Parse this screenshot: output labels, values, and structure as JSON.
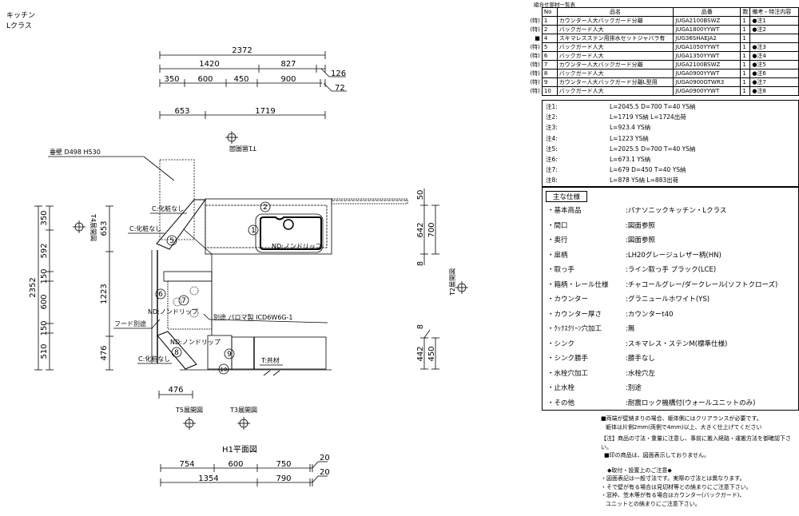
{
  "header": {
    "line1": "キッチン",
    "line2": "Lクラス"
  },
  "parts_table": {
    "caption": "組合せ部材一覧表",
    "columns": [
      "No",
      "品名",
      "品番",
      "数",
      "備考・特注内容"
    ],
    "rows": [
      {
        "prefix": "(特)",
        "no": "1",
        "name": "カウンター人大バックガード分離",
        "code": "JUGA2100BSWZ",
        "qty": "1",
        "note": "●注1"
      },
      {
        "prefix": "(特)",
        "no": "2",
        "name": "バックガード人大",
        "code": "JUGA1800YYWT",
        "qty": "1",
        "note": "●注2"
      },
      {
        "prefix": "■",
        "no": "4",
        "name": "スキマレスステン用排水セットジャバラ有",
        "code": "JUG36SHAEJA2",
        "qty": "1",
        "note": ""
      },
      {
        "prefix": "(特)",
        "no": "5",
        "name": "バックガード人大",
        "code": "JUGA1050YYWT",
        "qty": "1",
        "note": "●注3"
      },
      {
        "prefix": "(特)",
        "no": "6",
        "name": "バックガード人大",
        "code": "JUGA1350YYWT",
        "qty": "1",
        "note": "●注4"
      },
      {
        "prefix": "(特)",
        "no": "7",
        "name": "カウンター人大バックガード分離",
        "code": "JUGA2100BSWZ",
        "qty": "1",
        "note": "●注5"
      },
      {
        "prefix": "(特)",
        "no": "8",
        "name": "バックガード人大",
        "code": "JUGA0900YYWT",
        "qty": "1",
        "note": "●注6"
      },
      {
        "prefix": "(特)",
        "no": "9",
        "name": "カウンター人大バックガード分離L型用",
        "code": "JUGA0900GTWR3",
        "qty": "1",
        "note": "●注7"
      },
      {
        "prefix": "(特)",
        "no": "10",
        "name": "バックガード人大",
        "code": "JUGA0900YYWT",
        "qty": "1",
        "note": "●注8"
      }
    ]
  },
  "notes": [
    {
      "key": "注1:",
      "value": "L=2045.5 D=700 T=40 YS納"
    },
    {
      "key": "注2:",
      "value": "L=1719 YS納 L=1724出荷"
    },
    {
      "key": "注3:",
      "value": "L=923.4 YS納"
    },
    {
      "key": "注4:",
      "value": "L=1223 YS納"
    },
    {
      "key": "注5:",
      "value": "L=2025.5 D=700 T=40 YS納"
    },
    {
      "key": "注6:",
      "value": "L=673.1 YS納"
    },
    {
      "key": "注7:",
      "value": "L=679 D=450 T=40 YS納"
    },
    {
      "key": "注8:",
      "value": "L=878 YS納 L=883出荷"
    }
  ],
  "specs": {
    "title": "主な仕様",
    "rows": [
      {
        "key": "・基本商品",
        "value": ":パナソニックキッチン・Lクラス"
      },
      {
        "key": "・間口",
        "value": ":図面参照"
      },
      {
        "key": "・奥行",
        "value": ":図面参照"
      },
      {
        "key": "・扉柄",
        "value": ":LH20グレージュレザー柄(HN)"
      },
      {
        "key": "・取っ手",
        "value": ":ライン取っ手 ブラック(LCE)"
      },
      {
        "key": "・箱柄・レール仕様",
        "value": ":チャコールグレー/ダークレール(ソフトクローズ)"
      },
      {
        "key": "・カウンター",
        "value": ":グラニュールホワイト(YS)"
      },
      {
        "key": "・カウンター厚さ",
        "value": ":カウンターt40"
      },
      {
        "key": "・ｸｯｸｽｸﾘｰﾝ穴加工",
        "value": ":無"
      },
      {
        "key": "・シンク",
        "value": ":スキマレス・ステンM(標準仕様)"
      },
      {
        "key": "・シンク勝手",
        "value": ":勝手なし"
      },
      {
        "key": "・水栓穴加工",
        "value": ":水栓穴左"
      },
      {
        "key": "・止水栓",
        "value": ":別途"
      },
      {
        "key": "・その他",
        "value": ":耐震ロック機構付(ウォールユニットのみ)"
      }
    ]
  },
  "footer": {
    "l1": "■両端が壁納まりの場合、躯体側にはクリアランスが必要です。",
    "l2": "躯体は片側2mm(両側で4mm)以上、大きく仕上げてください",
    "l3": "【注】商品の寸法・重量に注意し、事前に搬入経路・運搬方法を御確認下さい。",
    "l4": "■印の商品は、図面表示しておりません。",
    "l5": "◆取付・設置上のご注意◆",
    "l6": "・図面表記は一般寸法です。実際の寸法とは異なります。",
    "l7": "・そで壁が有る場合は見切材等との納まりにご注意下さい。",
    "l8": "・窓枠、笠木等が有る場合はカウンター(バックガード)、",
    "l9": "ユニットとの納まりにご注意下さい。"
  },
  "drawing": {
    "plan_title": "H1平面図",
    "views": {
      "t1": "T1展開図",
      "t2": "T2展開図",
      "t3": "T3展開図",
      "t4": "T4展開図",
      "t5": "T5展開図"
    },
    "labels": {
      "hanging_wall": "垂壁 D498 H530",
      "c_no_finish": "C:化粧なし",
      "nd_nondrip": "ND:ノンドリップ",
      "hood": "フード別途",
      "cooktop": "別途 パロマ製 ICD6W6G-1",
      "t_same": "T:共材"
    },
    "dims_top": {
      "total": "2372",
      "a": "1420",
      "b": "827",
      "c": "126",
      "d": "350",
      "e": "600",
      "f": "450",
      "g": "900",
      "h": "72",
      "i": "653",
      "j": "1719"
    },
    "dims_left": {
      "total": "2352",
      "a": "350",
      "b": "592",
      "c": "150",
      "d": "600",
      "e": "150",
      "f": "510",
      "g": "653",
      "h": "1223",
      "i": "476"
    },
    "dims_right": {
      "a": "50",
      "b": "642",
      "c": "700",
      "d": "8",
      "e": "8",
      "f": "442",
      "g": "450"
    },
    "dims_bottom": {
      "a": "476",
      "b": "754",
      "c": "600",
      "d": "750",
      "e": "20",
      "f": "1354",
      "g": "790",
      "h": "20"
    },
    "balloons": [
      "1",
      "2",
      "5",
      "6",
      "7",
      "8",
      "9",
      "10"
    ]
  }
}
